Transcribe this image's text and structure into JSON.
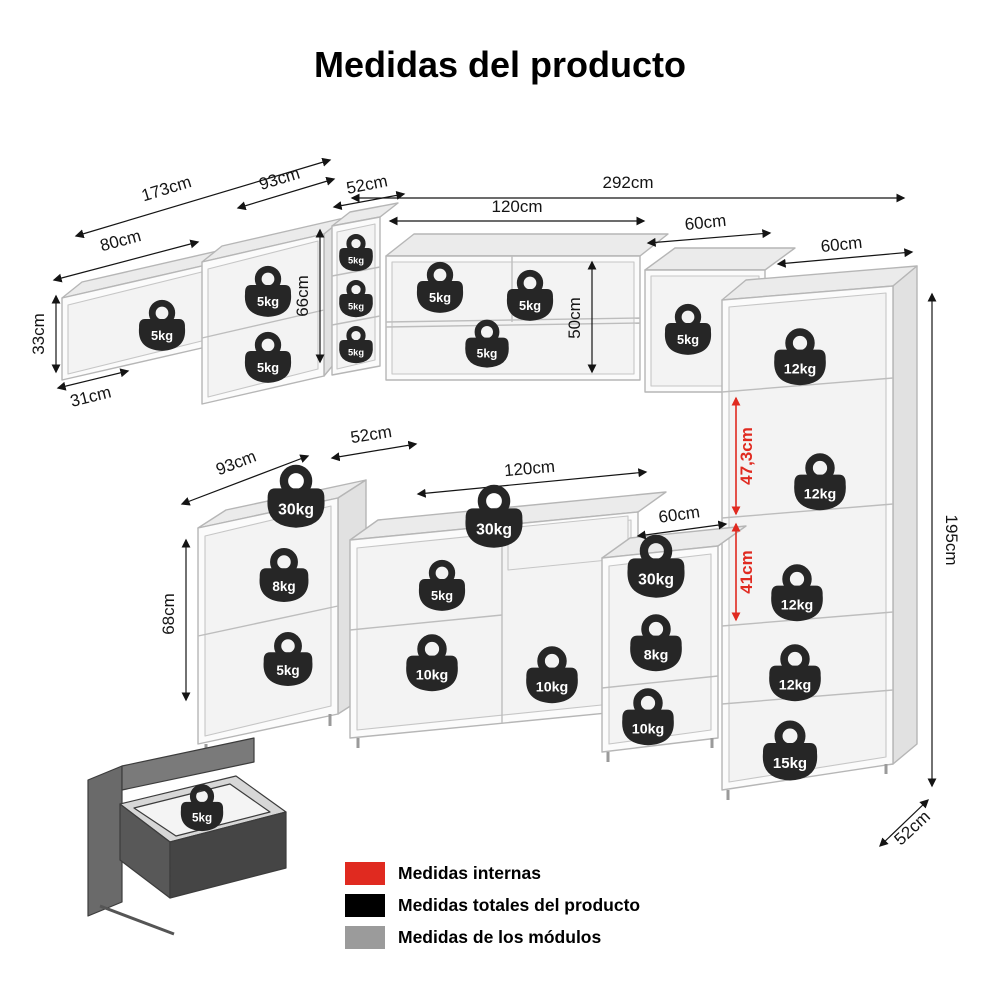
{
  "title": "Medidas del producto",
  "dims": {
    "left_total": "173cm",
    "left_corner_width": "93cm",
    "left_shelf_width": "80cm",
    "left_shelf_height": "33cm",
    "left_shelf_depth": "31cm",
    "column_width_top": "52cm",
    "column_height": "66cm",
    "top_total": "292cm",
    "top_center_width": "120cm",
    "top_right_width_1": "60cm",
    "top_right_width_2": "60cm",
    "wall_cabinet_height": "50cm",
    "tall_height": "195cm",
    "tall_depth": "52cm",
    "tall_internal_upper": "47,3cm",
    "tall_internal_lower": "41cm",
    "base_left_width": "93cm",
    "base_corner_width": "52cm",
    "base_center_width": "120cm",
    "base_right_width": "60cm",
    "base_height": "68cm"
  },
  "weights": {
    "wall_shelf": [
      "5kg"
    ],
    "wall_corner": [
      "5kg",
      "5kg"
    ],
    "wall_column": [
      "5kg",
      "5kg",
      "5kg"
    ],
    "wall_center": [
      "5kg",
      "5kg",
      "5kg"
    ],
    "wall_right": [
      "5kg"
    ],
    "tall_unit": [
      "12kg",
      "12kg",
      "12kg",
      "12kg",
      "15kg"
    ],
    "base_left": [
      "30kg",
      "8kg",
      "5kg"
    ],
    "base_center": [
      "30kg",
      "5kg",
      "10kg",
      "10kg"
    ],
    "base_right": [
      "30kg",
      "8kg",
      "10kg"
    ],
    "drawer_inset": [
      "5kg"
    ]
  },
  "legend": {
    "items": [
      {
        "label": "Medidas internas",
        "color": "#e02a20"
      },
      {
        "label": "Medidas totales del producto",
        "color": "#000000"
      },
      {
        "label": "Medidas de los módulos",
        "color": "#9b9b9b"
      }
    ]
  },
  "colors": {
    "internal_red": "#e02a20",
    "total_black": "#000000",
    "module_gray": "#9b9b9b",
    "badge_dark": "#262626"
  }
}
